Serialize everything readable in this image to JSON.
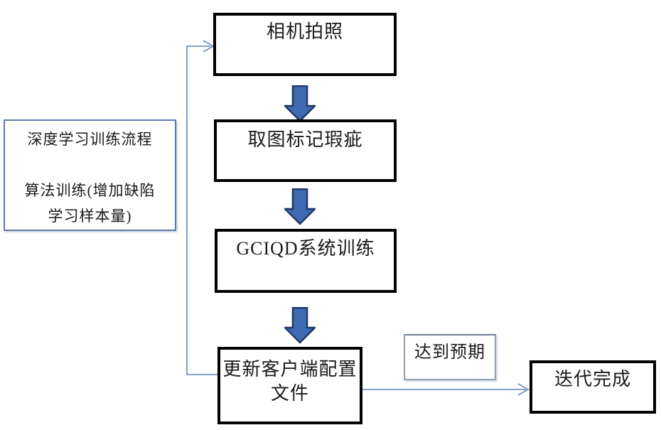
{
  "diagram": {
    "nodes": {
      "camera": {
        "label": "相机拍照"
      },
      "mark_defects": {
        "label": "取图标记瑕疵"
      },
      "system_training": {
        "label": "GCIQD系统训练"
      },
      "update_config": {
        "label": "更新客户端配置文件"
      },
      "side_note": {
        "line1": "深度学习训练流程",
        "line2": "算法训练(增加缺陷",
        "line3": "学习样本量)"
      },
      "expectation": {
        "label": "达到预期"
      },
      "done": {
        "label": "迭代完成"
      }
    },
    "colors": {
      "block_arrow_fill": "#3E6BB2",
      "block_arrow_stroke": "#1F3864",
      "connector_line": "#7593BE",
      "main_box_border": "#000000",
      "side_note_border": "#5B7CAB",
      "expectation_border": "#919FB2"
    }
  }
}
